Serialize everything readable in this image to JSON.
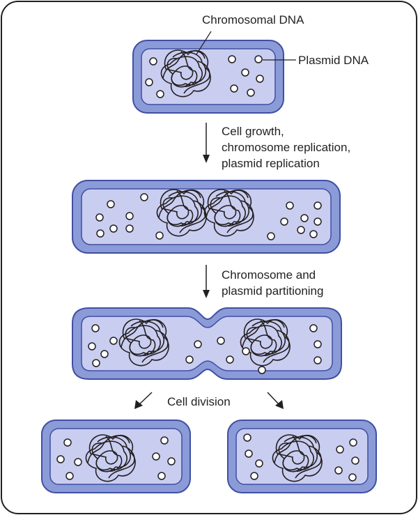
{
  "labels": {
    "chromosomal_dna": "Chromosomal DNA",
    "plasmid_dna": "Plasmid DNA",
    "step1_line1": "Cell growth,",
    "step1_line2": "chromosome replication,",
    "step1_line3": "plasmid replication",
    "step2_line1": "Chromosome and",
    "step2_line2": "plasmid partitioning",
    "step3": "Cell division"
  },
  "colors": {
    "cell_wall": "#8b9bd8",
    "cell_wall_edge": "#3f4fa3",
    "cytoplasm": "#c9cdf0",
    "dna_line": "#231f20",
    "frame": "#231f20",
    "background": "#ffffff"
  }
}
